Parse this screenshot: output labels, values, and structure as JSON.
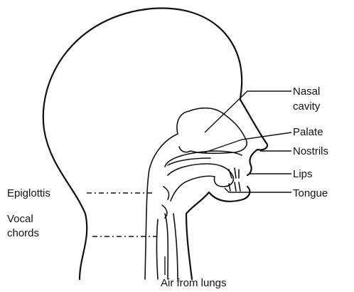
{
  "labels": {
    "nasal_cavity_line1": "Nasal",
    "nasal_cavity_line2": "cavity",
    "palate": "Palate",
    "nostrils": "Nostrils",
    "lips": "Lips",
    "tongue": "Tongue",
    "epiglottis": "Epiglottis",
    "vocal_chords_line1": "Vocal",
    "vocal_chords_line2": "chords",
    "air_from_lungs": "Air from lungs"
  }
}
